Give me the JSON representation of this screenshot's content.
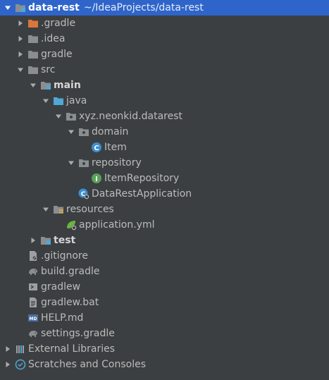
{
  "project": {
    "name": "data-rest",
    "path": "~/IdeaProjects/data-rest"
  },
  "tree": [
    {
      "label": "data-rest",
      "suffix": "~/IdeaProjects/data-rest",
      "depth": 0,
      "arrow": "down",
      "icon": "module-folder-icon",
      "selected": true,
      "bold": true,
      "name": "tree-node-data-rest"
    },
    {
      "label": ".gradle",
      "depth": 1,
      "arrow": "right",
      "icon": "folder-orange-icon",
      "name": "tree-node-dot-gradle"
    },
    {
      "label": ".idea",
      "depth": 1,
      "arrow": "right",
      "icon": "folder-icon",
      "name": "tree-node-dot-idea"
    },
    {
      "label": "gradle",
      "depth": 1,
      "arrow": "right",
      "icon": "folder-icon",
      "name": "tree-node-gradle"
    },
    {
      "label": "src",
      "depth": 1,
      "arrow": "down",
      "icon": "folder-icon",
      "name": "tree-node-src"
    },
    {
      "label": "main",
      "depth": 2,
      "arrow": "down",
      "icon": "module-folder-icon",
      "bold": true,
      "name": "tree-node-main"
    },
    {
      "label": "java",
      "depth": 3,
      "arrow": "down",
      "icon": "source-folder-icon",
      "name": "tree-node-java"
    },
    {
      "label": "xyz.neonkid.datarest",
      "depth": 4,
      "arrow": "down",
      "icon": "package-icon",
      "name": "tree-node-package"
    },
    {
      "label": "domain",
      "depth": 5,
      "arrow": "down",
      "icon": "package-icon",
      "name": "tree-node-domain"
    },
    {
      "label": "Item",
      "depth": 6,
      "arrow": "none",
      "icon": "class-icon",
      "name": "tree-node-item"
    },
    {
      "label": "repository",
      "depth": 5,
      "arrow": "down",
      "icon": "package-icon",
      "name": "tree-node-repository"
    },
    {
      "label": "ItemRepository",
      "depth": 6,
      "arrow": "none",
      "icon": "interface-icon",
      "name": "tree-node-item-repository"
    },
    {
      "label": "DataRestApplication",
      "depth": 5,
      "arrow": "none",
      "icon": "spring-class-icon",
      "name": "tree-node-data-rest-application"
    },
    {
      "label": "resources",
      "depth": 3,
      "arrow": "down",
      "icon": "resources-folder-icon",
      "name": "tree-node-resources"
    },
    {
      "label": "application.yml",
      "depth": 4,
      "arrow": "none",
      "icon": "spring-config-icon",
      "name": "tree-node-application-yml"
    },
    {
      "label": "test",
      "depth": 2,
      "arrow": "right",
      "icon": "module-folder-icon",
      "bold": true,
      "name": "tree-node-test"
    },
    {
      "label": ".gitignore",
      "depth": 1,
      "arrow": "none",
      "icon": "ignore-file-icon",
      "name": "tree-node-gitignore"
    },
    {
      "label": "build.gradle",
      "depth": 1,
      "arrow": "none",
      "icon": "gradle-elephant-icon",
      "name": "tree-node-build-gradle"
    },
    {
      "label": "gradlew",
      "depth": 1,
      "arrow": "none",
      "icon": "shell-script-icon",
      "name": "tree-node-gradlew"
    },
    {
      "label": "gradlew.bat",
      "depth": 1,
      "arrow": "none",
      "icon": "text-file-icon",
      "name": "tree-node-gradlew-bat"
    },
    {
      "label": "HELP.md",
      "depth": 1,
      "arrow": "none",
      "icon": "markdown-icon",
      "name": "tree-node-help-md"
    },
    {
      "label": "settings.gradle",
      "depth": 1,
      "arrow": "none",
      "icon": "gradle-elephant-icon",
      "name": "tree-node-settings-gradle"
    },
    {
      "label": "External Libraries",
      "depth": 0,
      "arrow": "right",
      "icon": "libraries-icon",
      "name": "tree-node-external-libraries"
    },
    {
      "label": "Scratches and Consoles",
      "depth": 0,
      "arrow": "right",
      "icon": "scratches-icon",
      "name": "tree-node-scratches"
    }
  ],
  "colors": {
    "background": "#3c3f41",
    "selection": "#2f65ca",
    "text": "#bbbbbb",
    "folder": "#8a8e91",
    "source_folder": "#4fa8d6",
    "orange_folder": "#d9773b",
    "class_blue": "#3d8ed1",
    "interface_green": "#58a25a"
  }
}
